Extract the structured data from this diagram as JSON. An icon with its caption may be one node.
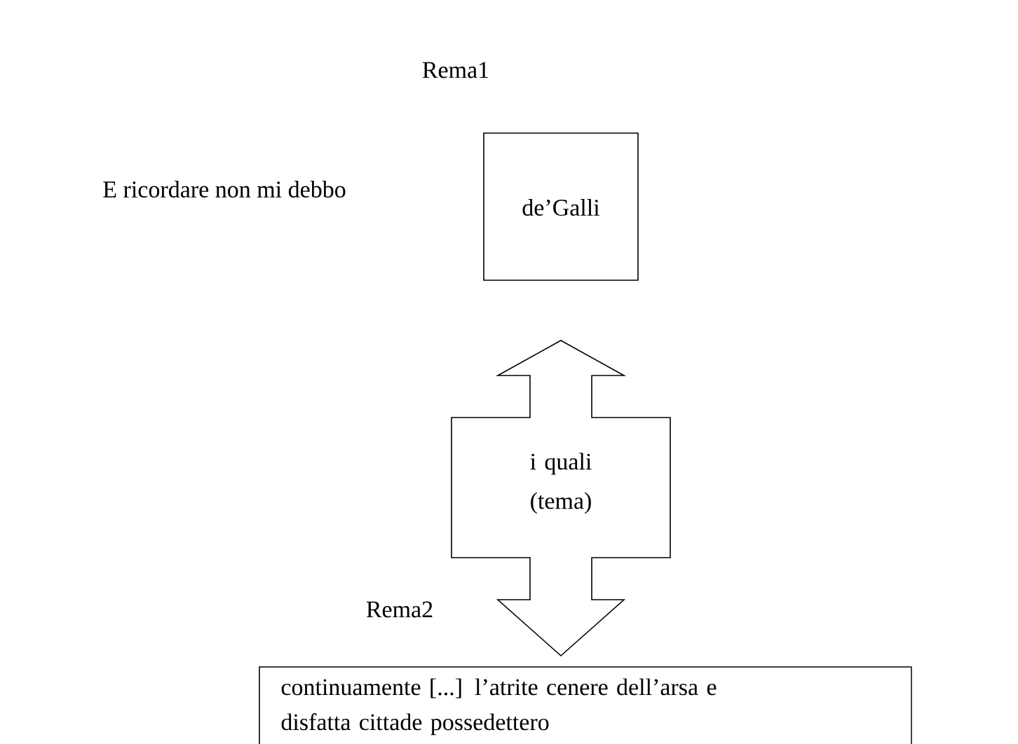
{
  "diagram": {
    "nodes": [
      {
        "text": [
          "de’Galli"
        ]
      },
      {
        "text": [
          "i quali (tema)"
        ]
      },
      {
        "text": [
          "continuamente [...] l’atrite cenere dell’arsa e disfatta cittade possedettero"
        ]
      }
    ],
    "labels": [
      "Rema1",
      "E ricordare non mi debbo",
      "Rema2"
    ]
  }
}
